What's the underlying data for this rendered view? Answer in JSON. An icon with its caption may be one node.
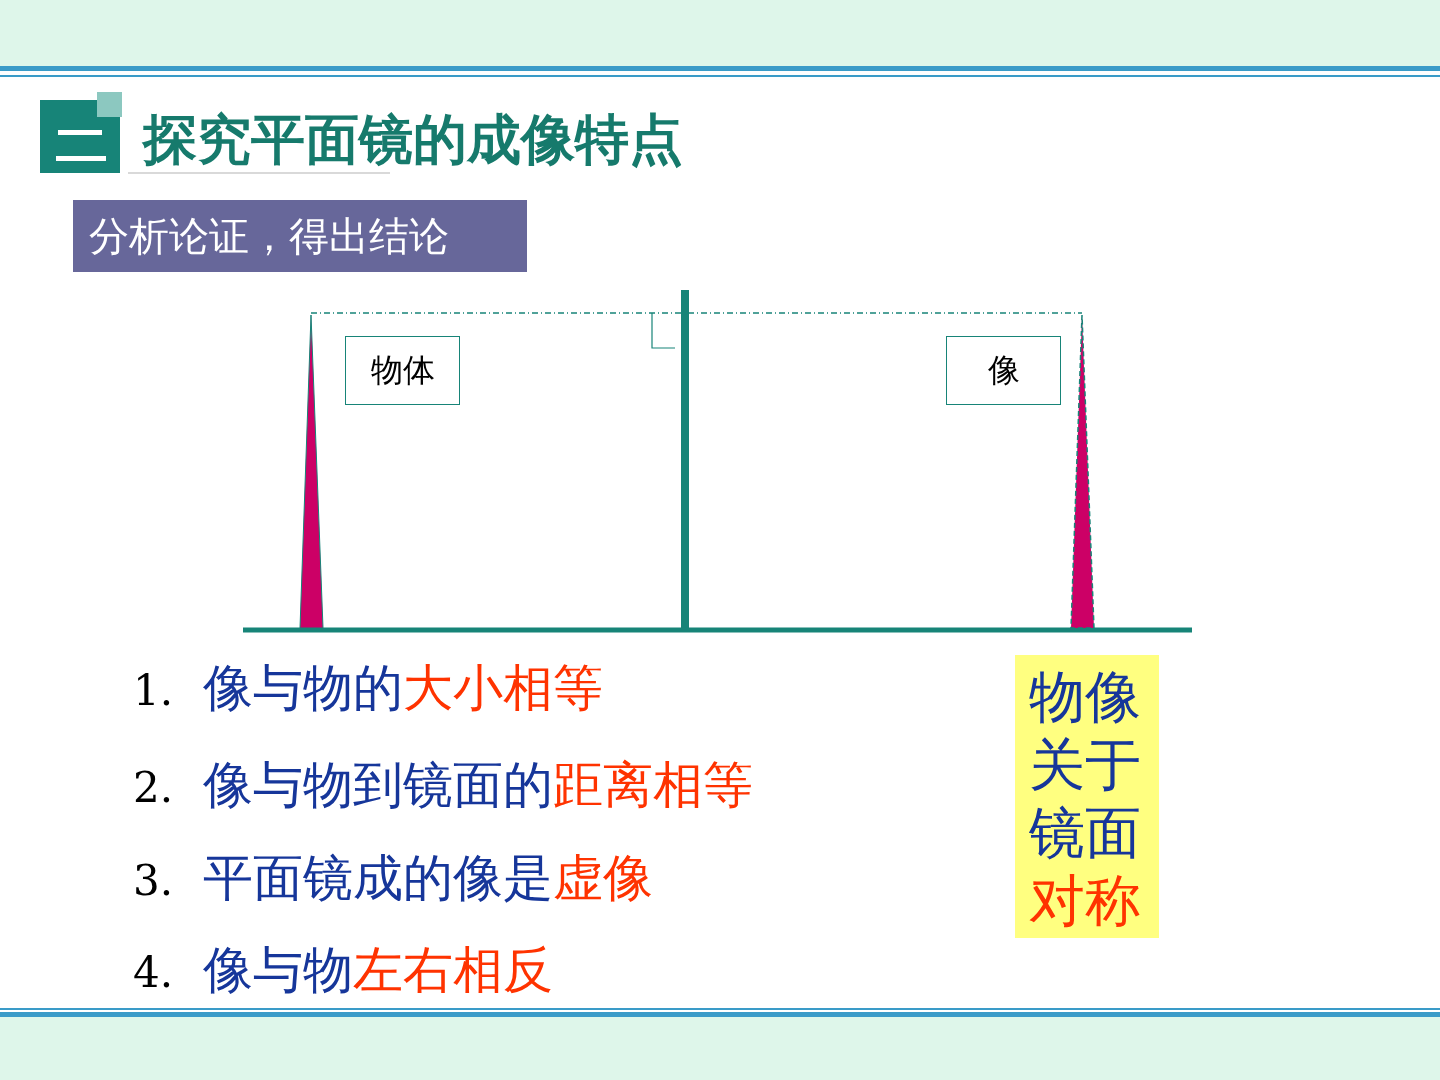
{
  "diagram": {
    "title": "探究平面镜的成像特点",
    "nodes": [
      {
        "text": [
          "分析论证，得出结论"
        ]
      },
      {
        "text": [
          "物体"
        ]
      },
      {
        "text": [
          "像"
        ]
      },
      {
        "text": [
          "物像关于镜面",
          "对称"
        ]
      }
    ],
    "labels": [
      "1.",
      "像与物的",
      "大小相等",
      "2.",
      "像与物到镜面的",
      "距离相等",
      "3.",
      "平面镜成的像是",
      "虚像",
      "4.",
      "像与物",
      "左右相反"
    ]
  }
}
